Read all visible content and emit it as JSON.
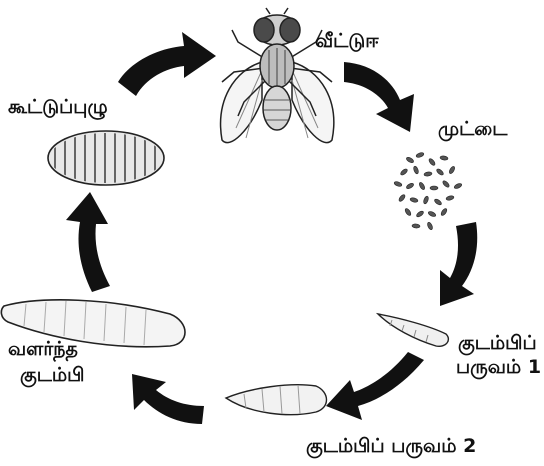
{
  "stages": {
    "adult_fly": "வீட்டுஈ",
    "eggs": "முட்டை",
    "larva1_line1": "குடம்பிப்",
    "larva1_line2": "பருவம் 1",
    "larva2": "குடம்பிப்  பருவம்  2",
    "grown_larva_line1": "வளர்ந்த",
    "grown_larva_line2": "குடம்பி",
    "pupa": "கூட்டுப்புழு"
  },
  "colors": {
    "arrow": "#111111",
    "outline": "#222222",
    "fill": "#f2f2f2",
    "background": "#ffffff"
  },
  "icons": [
    "housefly-icon",
    "eggs-icon",
    "larva-small-icon",
    "larva-medium-icon",
    "larva-large-icon",
    "pupa-icon",
    "cycle-arrow-icon"
  ]
}
